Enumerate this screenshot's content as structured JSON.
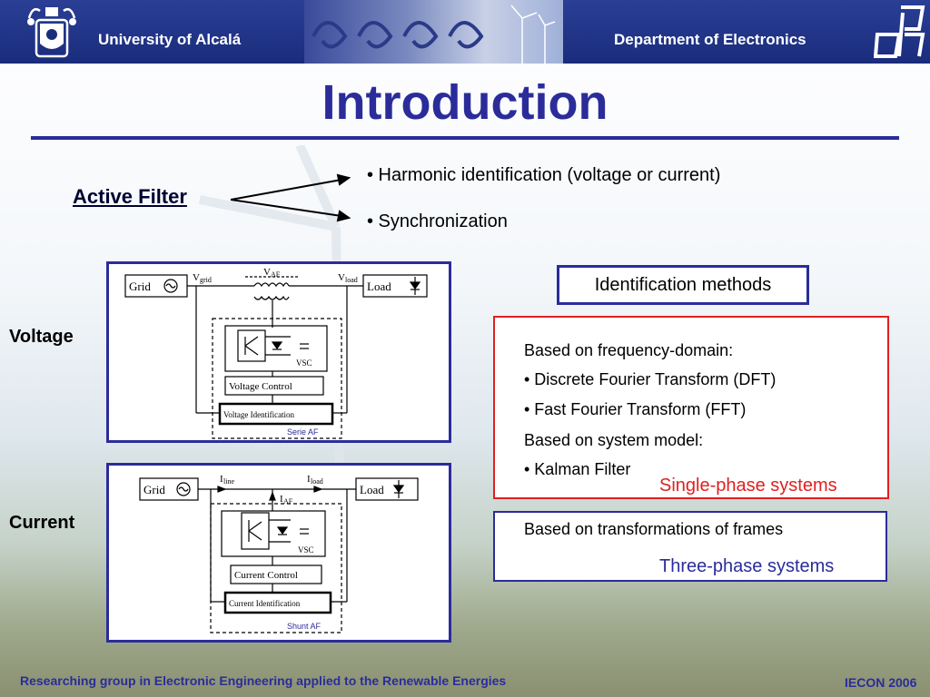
{
  "header": {
    "university": "University of Alcalá",
    "department": "Department of Electronics"
  },
  "title": "Introduction",
  "active_filter": {
    "label": "Active Filter",
    "bullets": [
      "• Harmonic identification (voltage or current)",
      "• Synchronization"
    ]
  },
  "diagrams": {
    "voltage": {
      "side_label": "Voltage",
      "grid": "Grid",
      "load": "Load",
      "v_grid": "V",
      "v_grid_sub": "grid",
      "v_af": "V",
      "v_af_sub": "AF",
      "v_load": "V",
      "v_load_sub": "load",
      "vsc": "VSC",
      "control": "Voltage Control",
      "identification": "Voltage Identification",
      "caption": "Serie  AF"
    },
    "current": {
      "side_label": "Current",
      "grid": "Grid",
      "load": "Load",
      "i_line": "I",
      "i_line_sub": "line",
      "i_load": "I",
      "i_load_sub": "load",
      "i_af": "I",
      "i_af_sub": "AF",
      "vsc": "VSC",
      "control": "Current Control",
      "identification": "Current Identification",
      "caption": "Shunt  AF"
    }
  },
  "identification": {
    "heading": "Identification methods",
    "single_phase": {
      "lines": [
        "Based on frequency-domain:",
        "•  Discrete Fourier Transform (DFT)",
        "•  Fast Fourier Transform (FFT)",
        "Based on system model:",
        "•  Kalman Filter"
      ],
      "label": "Single-phase systems",
      "color": "#e02020"
    },
    "three_phase": {
      "lines": [
        "Based on transformations of frames"
      ],
      "label": "Three-phase systems",
      "color": "#2b2c9a"
    }
  },
  "footer": {
    "left": "Researching group in Electronic Engineering applied to the Renewable Energies",
    "right": "IECON 2006"
  },
  "colors": {
    "brand_blue": "#2b2c9a",
    "header_blue": "#1a2c7c",
    "accent_red": "#e02020"
  }
}
